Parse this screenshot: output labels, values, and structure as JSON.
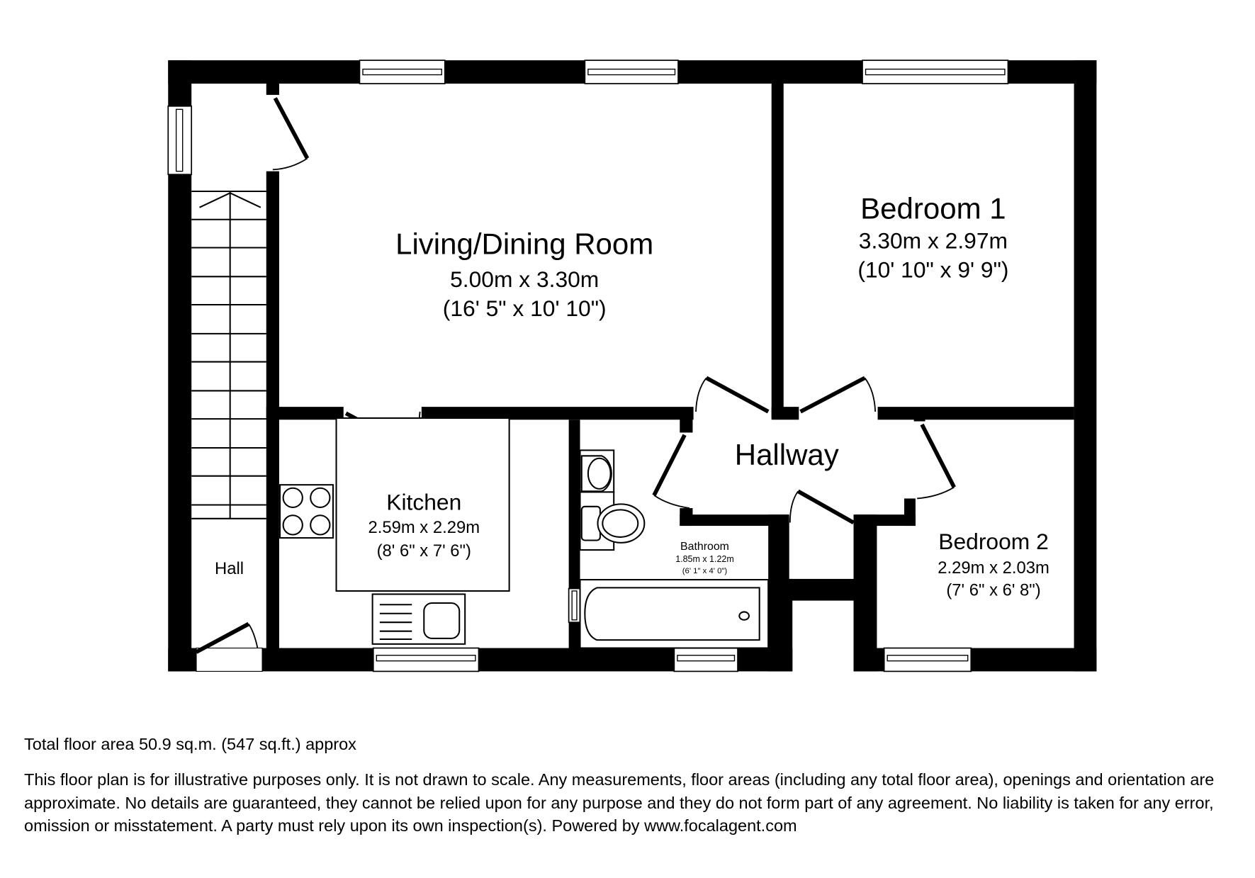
{
  "rooms": {
    "living": {
      "name": "Living/Dining Room",
      "metric": "5.00m x 3.30m",
      "imperial": "(16' 5\" x 10' 10\")"
    },
    "bedroom1": {
      "name": "Bedroom 1",
      "metric": "3.30m x 2.97m",
      "imperial": "(10' 10\" x 9' 9\")"
    },
    "hallway": {
      "name": "Hallway"
    },
    "kitchen": {
      "name": "Kitchen",
      "metric": "2.59m x 2.29m",
      "imperial": "(8' 6\" x 7' 6\")"
    },
    "bathroom": {
      "name": "Bathroom",
      "metric": "1.85m x 1.22m",
      "imperial": "(6' 1\" x 4' 0\")"
    },
    "bedroom2": {
      "name": "Bedroom 2",
      "metric": "2.29m x 2.03m",
      "imperial": "(7' 6\" x 6' 8\")"
    },
    "hall": {
      "name": "Hall"
    }
  },
  "fixtures": [
    "staircase-icon",
    "hob-icon",
    "sink-icon",
    "toilet-icon",
    "basin-icon",
    "bathtub-icon",
    "window-icon",
    "door-icon"
  ],
  "footer": {
    "total_area": "Total floor area 50.9 sq.m. (547 sq.ft.) approx",
    "disclaimer": "This floor plan is for illustrative purposes only. It is not drawn to scale. Any measurements, floor areas (including any total floor area), openings and orientation are approximate. No details are guaranteed, they cannot be relied upon for any purpose and they do not form part of any agreement. No liability is taken for any error, omission or misstatement. A party must rely upon its own inspection(s). Powered by www.focalagent.com"
  },
  "colors": {
    "wall": "#000000",
    "background": "#ffffff",
    "text": "#000000"
  }
}
